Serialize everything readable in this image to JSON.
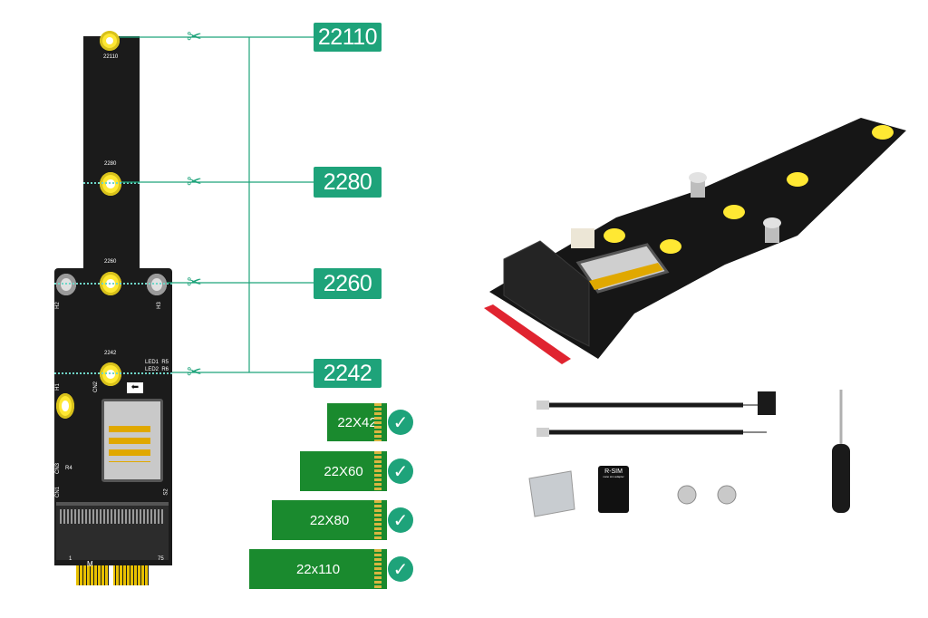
{
  "lengths": {
    "l22110": "22110",
    "l2280": "2280",
    "l2260": "2260",
    "l2242": "2242"
  },
  "pcb_marks": {
    "m22110": "22110",
    "m2280": "2280",
    "m2260": "2260",
    "m2242": "2242",
    "h1": "H1",
    "h2": "H2",
    "h3": "H3",
    "cn1": "CN1",
    "cn2": "CN2",
    "cn3": "CN3",
    "led": "LED1  R5\nLED2  R6",
    "key_m": "M",
    "pin1": "1",
    "pin75": "75",
    "s2": "S2",
    "r4": "R4"
  },
  "ssd_sizes": {
    "s42": "22X42",
    "s60": "22X60",
    "s80": "22X80",
    "s110": "22x110"
  },
  "accessories": {
    "sim_brand": "R-SIM",
    "sim_sub": "nano sim adapter"
  },
  "colors": {
    "accent": "#1ea37a",
    "pcb": "#1b1b1b",
    "hole": "#ffe833",
    "ssd": "#1a8a2e"
  }
}
